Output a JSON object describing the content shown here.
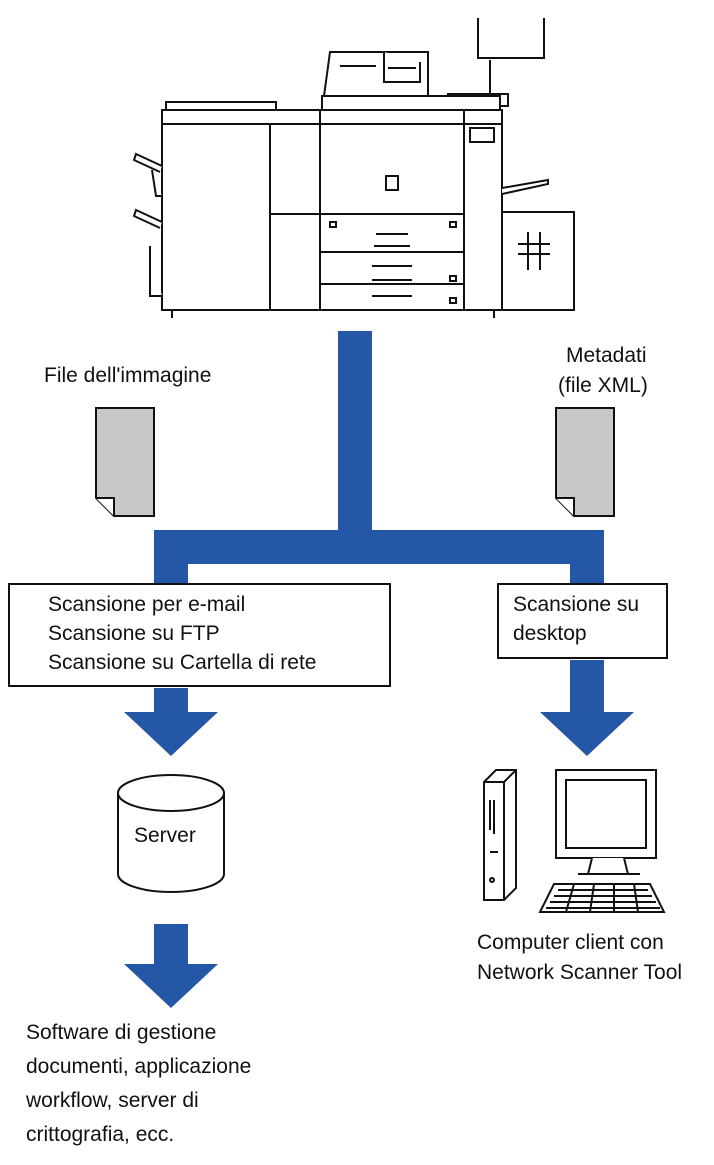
{
  "labels": {
    "image_file": "File dell'immagine",
    "metadata_line1": "Metadati",
    "metadata_line2": "(file XML)",
    "server": "Server",
    "client_line1": "Computer client con",
    "client_line2": "Network Scanner Tool",
    "software_line1": "Software di gestione",
    "software_line2": "documenti, applicazione",
    "software_line3": "workflow, server di",
    "software_line4": "crittografia, ecc."
  },
  "left_box": {
    "items": [
      "Scansione per e-mail",
      "Scansione su FTP",
      "Scansione su Cartella di rete"
    ]
  },
  "right_box": {
    "line1": "Scansione su",
    "line2": "desktop"
  },
  "colors": {
    "flow_blue": "#2457a6",
    "document_gray": "#c8c8c8",
    "outline": "#111111"
  }
}
